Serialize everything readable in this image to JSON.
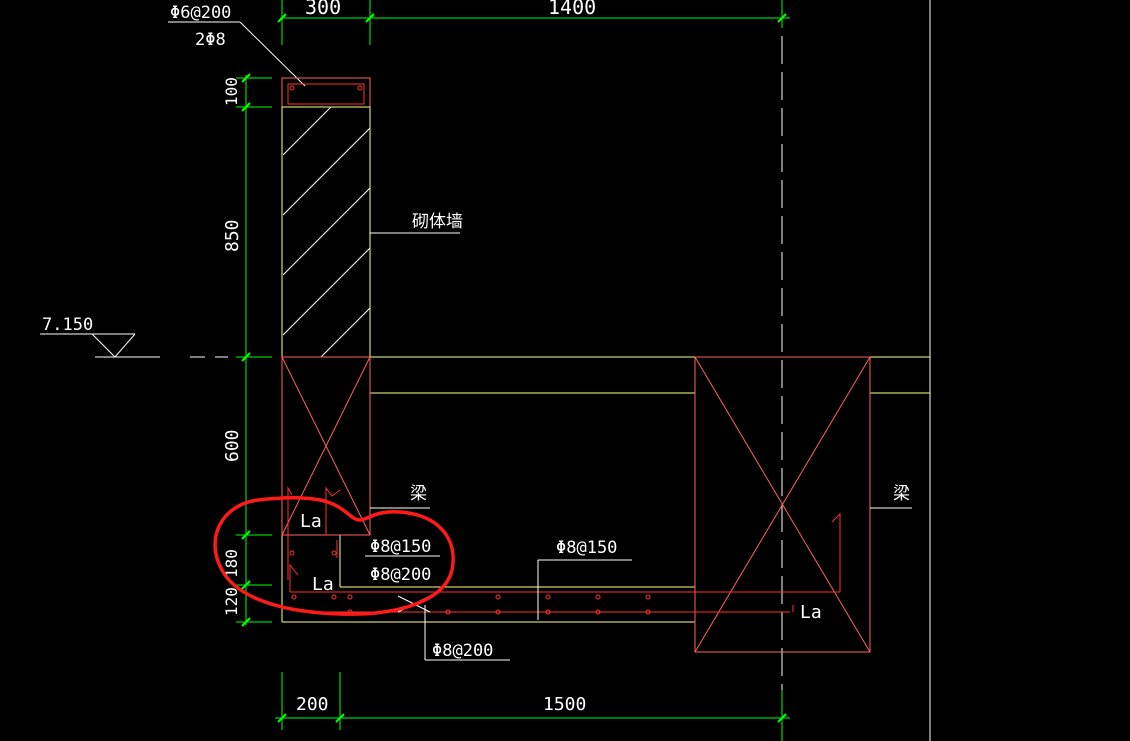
{
  "dims": {
    "top_300": "300",
    "top_1400": "1400",
    "left_100": "100",
    "left_850": "850",
    "left_600": "600",
    "left_180": "180",
    "left_120": "120",
    "bottom_200": "200",
    "bottom_1500": "1500"
  },
  "labels": {
    "rebar_top": "Φ6@200",
    "rebar_top2": "2Φ8",
    "masonry_wall": "砌体墙",
    "elevation": "7.150",
    "beam_left": "梁",
    "beam_right": "梁",
    "la_1": "La",
    "la_2": "La",
    "la_3": "La",
    "rebar_a": "Φ8@150",
    "rebar_b": "Φ8@200",
    "rebar_c": "Φ8@150",
    "rebar_d": "Φ8@200"
  },
  "colors": {
    "background": "#000000",
    "dimension": "#00ff00",
    "outline": "#ffff80",
    "rebar": "#ff3b3b",
    "leader": "#ffffff",
    "highlight": "#ff2020"
  }
}
